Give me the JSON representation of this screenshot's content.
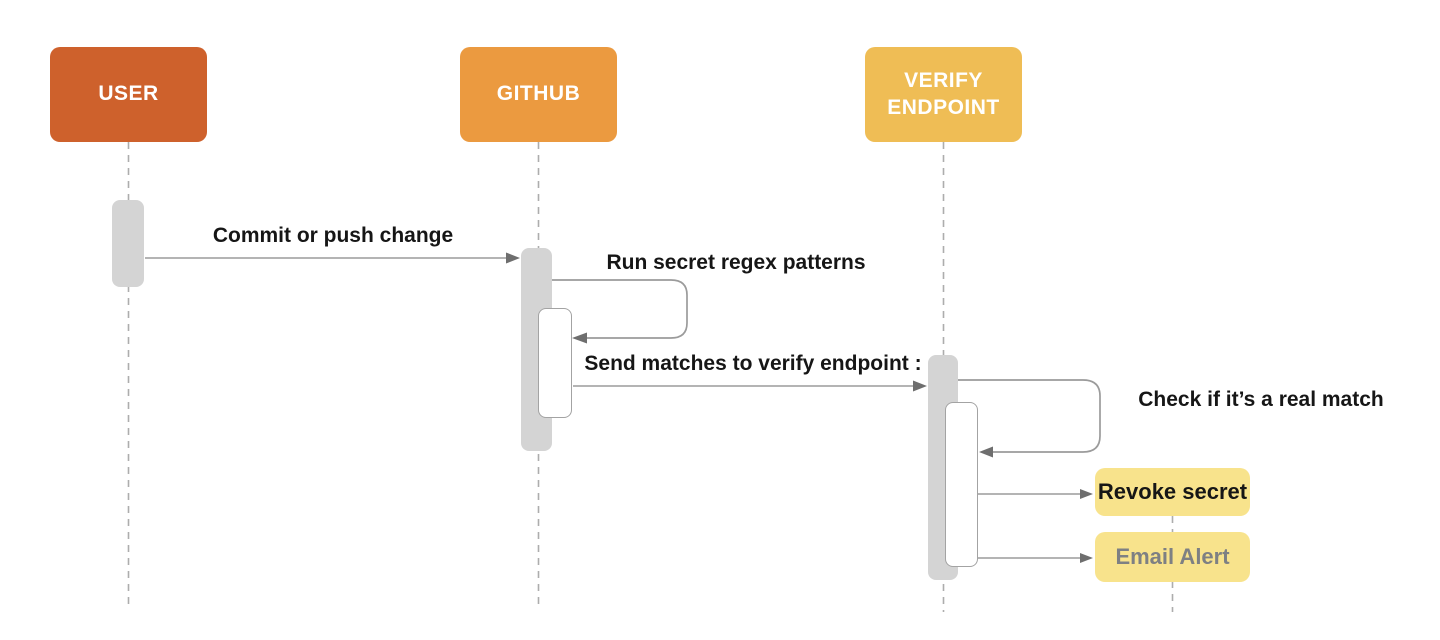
{
  "diagram": {
    "type": "sequence",
    "actors": [
      {
        "id": "user",
        "label": "USER",
        "color": "#CE612C"
      },
      {
        "id": "github",
        "label": "GITHUB",
        "color": "#EB9A40"
      },
      {
        "id": "verify",
        "label": "VERIFY ENDPOINT",
        "color": "#EFBD55"
      }
    ],
    "messages": [
      {
        "from": "user",
        "to": "github",
        "kind": "arrow",
        "label": "Commit or push change"
      },
      {
        "actor": "github",
        "kind": "self",
        "label": "Run secret regex patterns"
      },
      {
        "from": "github",
        "to": "verify",
        "kind": "arrow",
        "label": "Send matches to verify endpoint :"
      },
      {
        "actor": "verify",
        "kind": "self",
        "label": "Check if it’s a real match"
      },
      {
        "from": "verify",
        "to": "note",
        "kind": "arrow",
        "label": "Revoke secret"
      },
      {
        "from": "verify",
        "to": "note",
        "kind": "arrow",
        "label": "Email Alert"
      }
    ],
    "notes": [
      {
        "label": "Revoke secret",
        "text_color": "#161616",
        "fill": "#F8E38C"
      },
      {
        "label": "Email Alert",
        "text_color": "#7E8083",
        "fill": "#F8E38C"
      }
    ],
    "colors": {
      "activation_bar": "#D4D4D4",
      "nested_bar_border": "#A3A3A3",
      "line": "#9B9B9B",
      "arrowhead": "#6E6E6E",
      "lifeline": "#ADADAD",
      "message_text": "#161616",
      "background": "#FFFFFF"
    }
  }
}
